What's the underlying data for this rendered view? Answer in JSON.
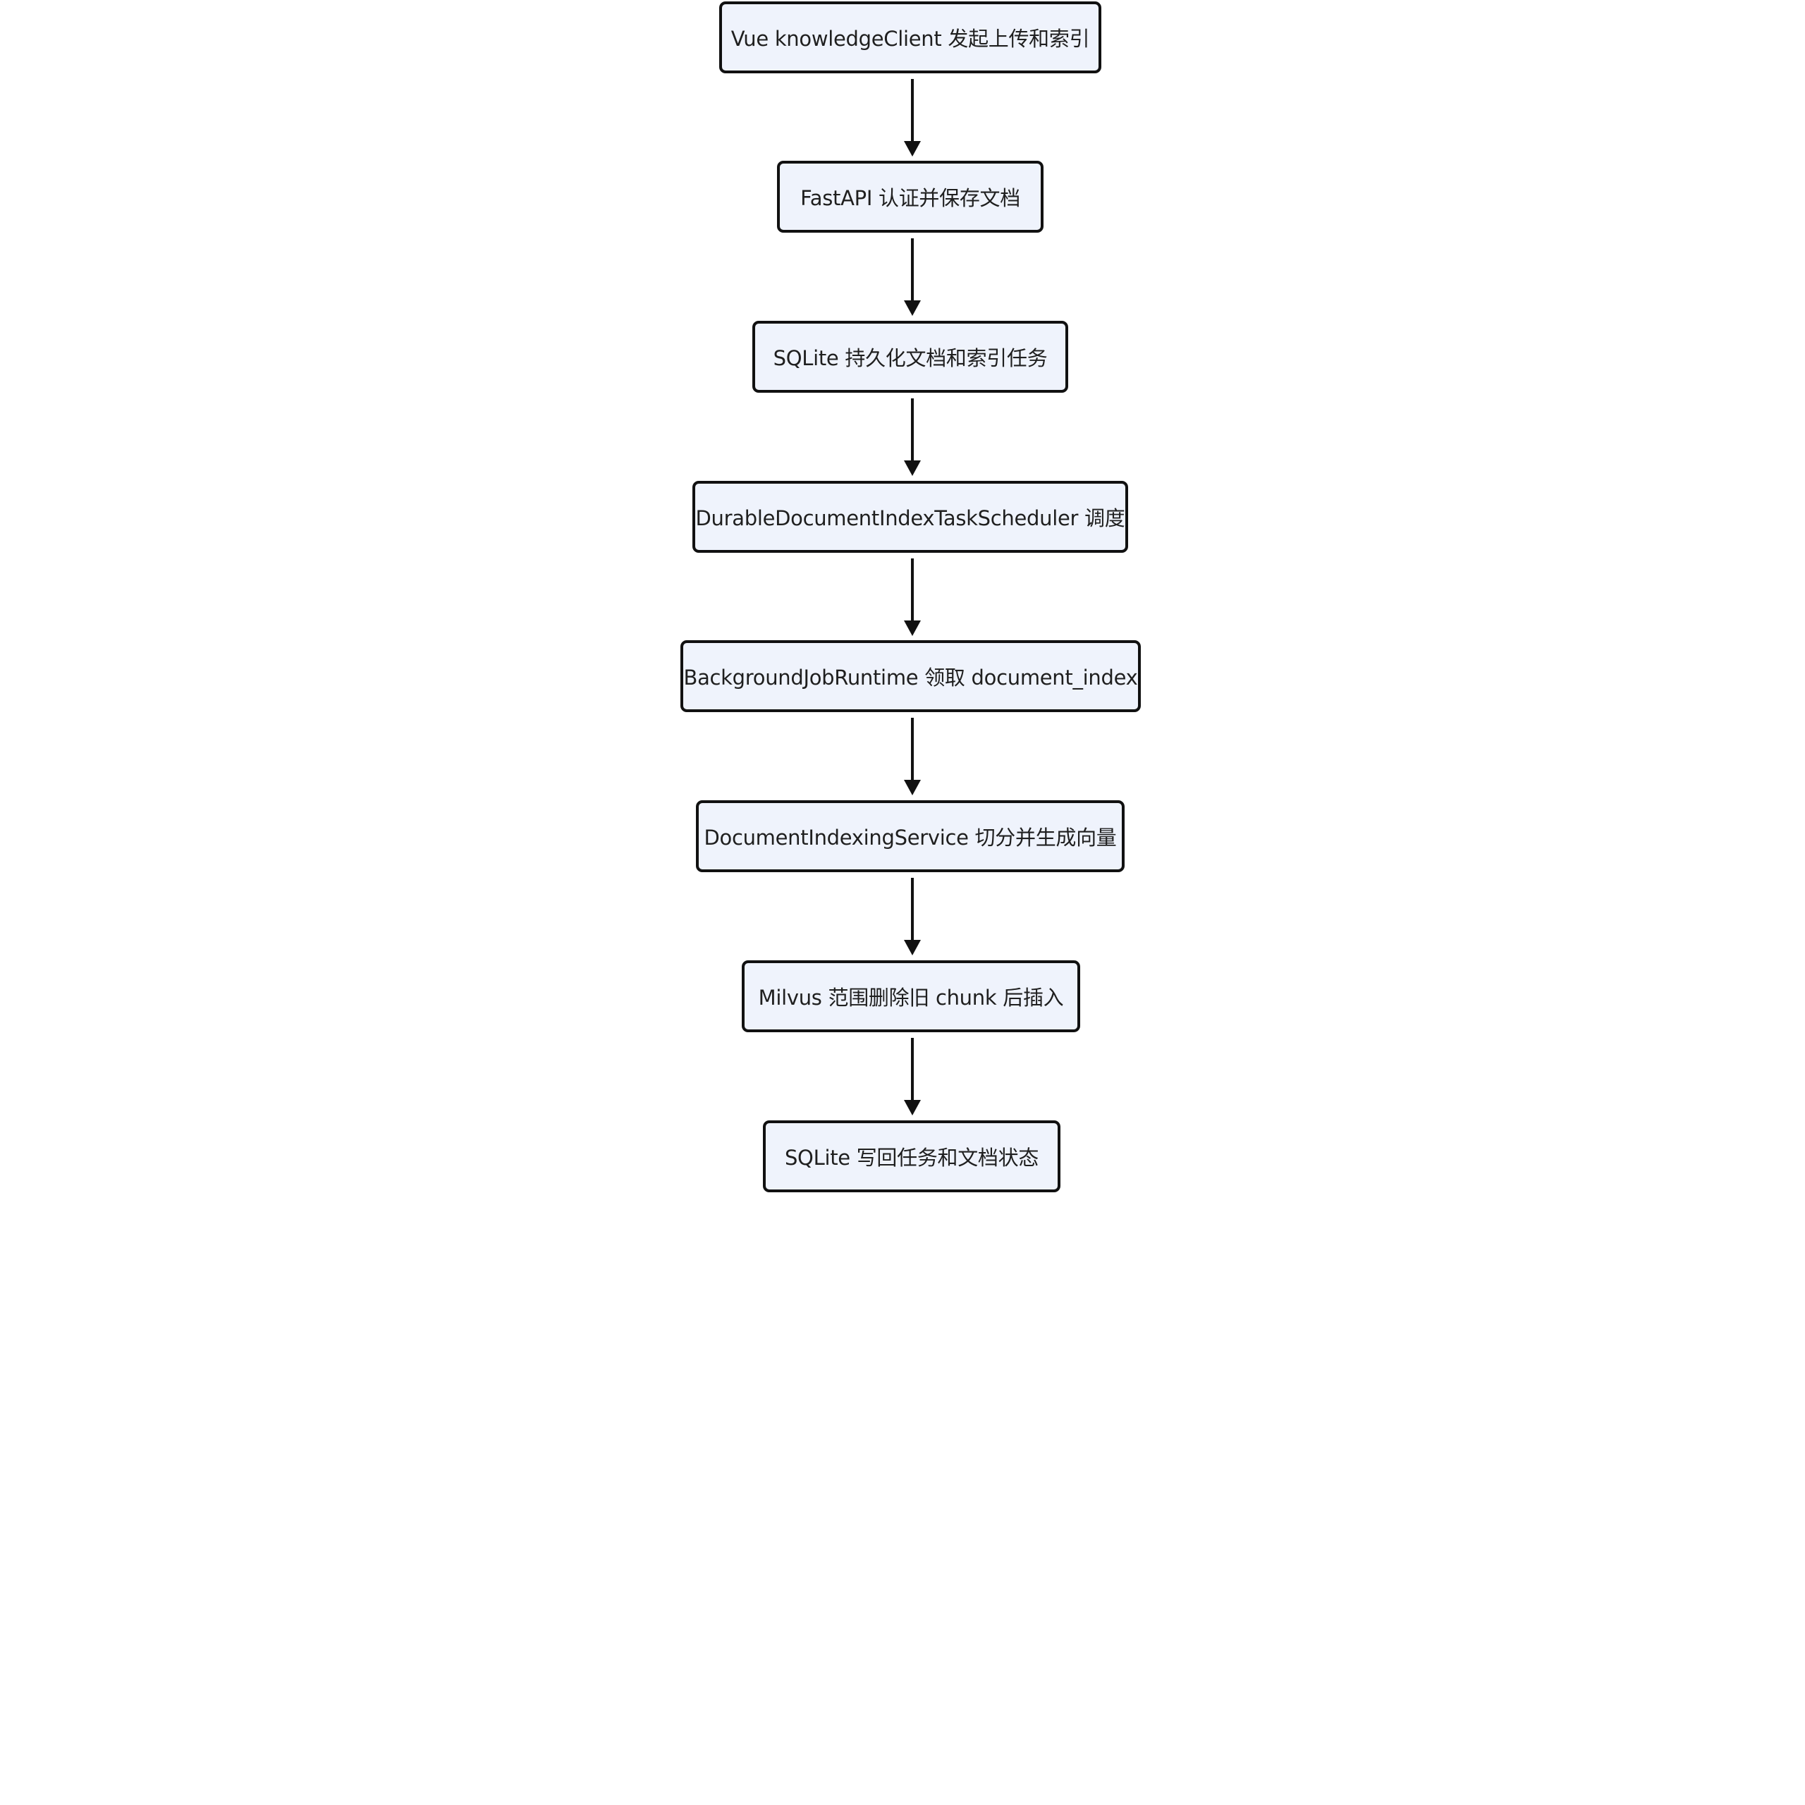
{
  "flow": {
    "nodes": [
      {
        "label": "Vue knowledgeClient 发起上传和索引"
      },
      {
        "label": "FastAPI 认证并保存文档"
      },
      {
        "label": "SQLite 持久化文档和索引任务"
      },
      {
        "label": "DurableDocumentIndexTaskScheduler 调度"
      },
      {
        "label": "BackgroundJobRuntime 领取 document_index"
      },
      {
        "label": "DocumentIndexingService 切分并生成向量"
      },
      {
        "label": "Milvus 范围删除旧 chunk 后插入"
      },
      {
        "label": "SQLite 写回任务和文档状态"
      }
    ],
    "colors": {
      "node_fill": "#eff3fc",
      "node_border": "#111111",
      "arrow": "#111111",
      "text": "#1f1f1f"
    }
  }
}
